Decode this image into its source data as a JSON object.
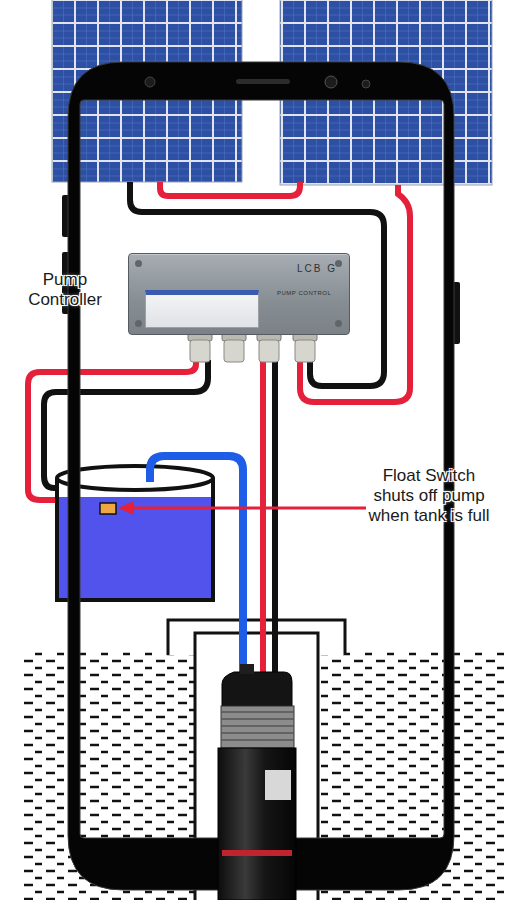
{
  "diagram": {
    "nodes": [
      {
        "text": [
          "LCB G",
          "PUMP CONTROL"
        ]
      }
    ],
    "labels": [
      "Pump Controller",
      "Float Switch shuts off pump when tank is full"
    ]
  }
}
